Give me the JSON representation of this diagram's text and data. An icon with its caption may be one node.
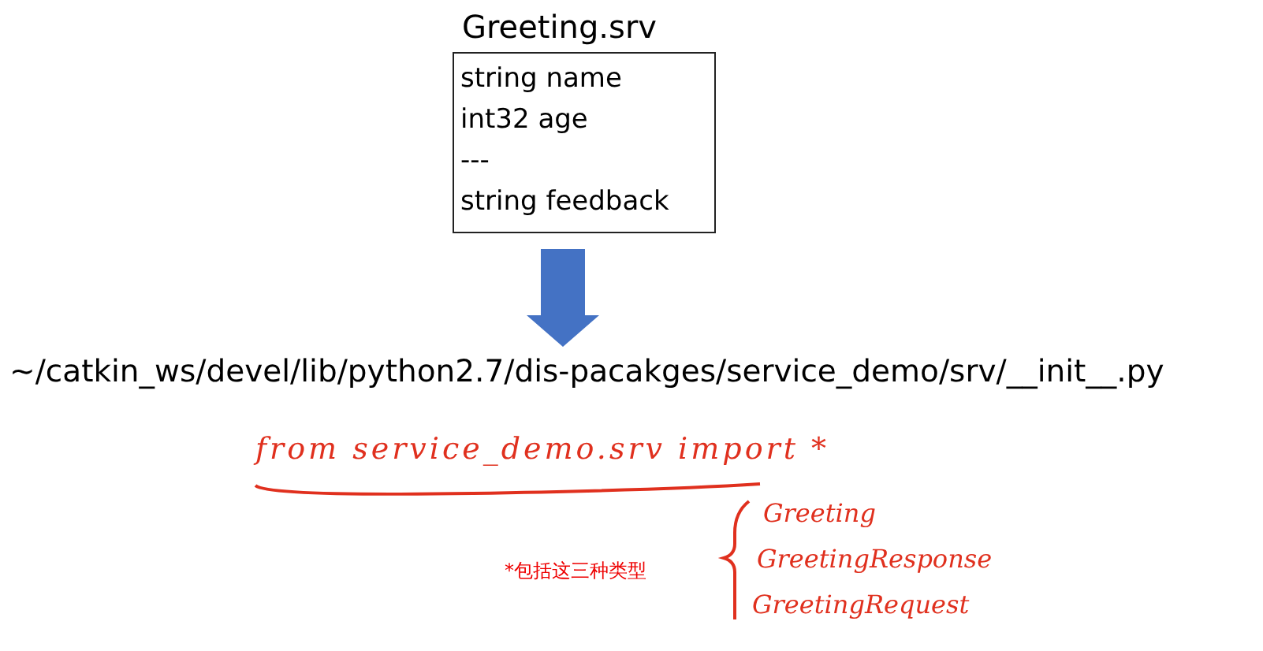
{
  "diagram": {
    "nodes": [
      {
        "text": [
          "Greeting.srv",
          "string name",
          "int32 age",
          "---",
          "string feedback"
        ]
      },
      {
        "text": [
          "~/catkin_ws/devel/lib/python2.7/dis-pacakges/service_demo/srv/__init__.py"
        ]
      }
    ],
    "edges": [
      {
        "from": 0,
        "to": 1,
        "arrow": "to",
        "style": "thick",
        "color": "#4472c4"
      }
    ],
    "labels": [
      "from service_demo.srv import *",
      "Greeting",
      "GreetingResponse",
      "GreetingRequest",
      "*包括这三种类型"
    ]
  }
}
